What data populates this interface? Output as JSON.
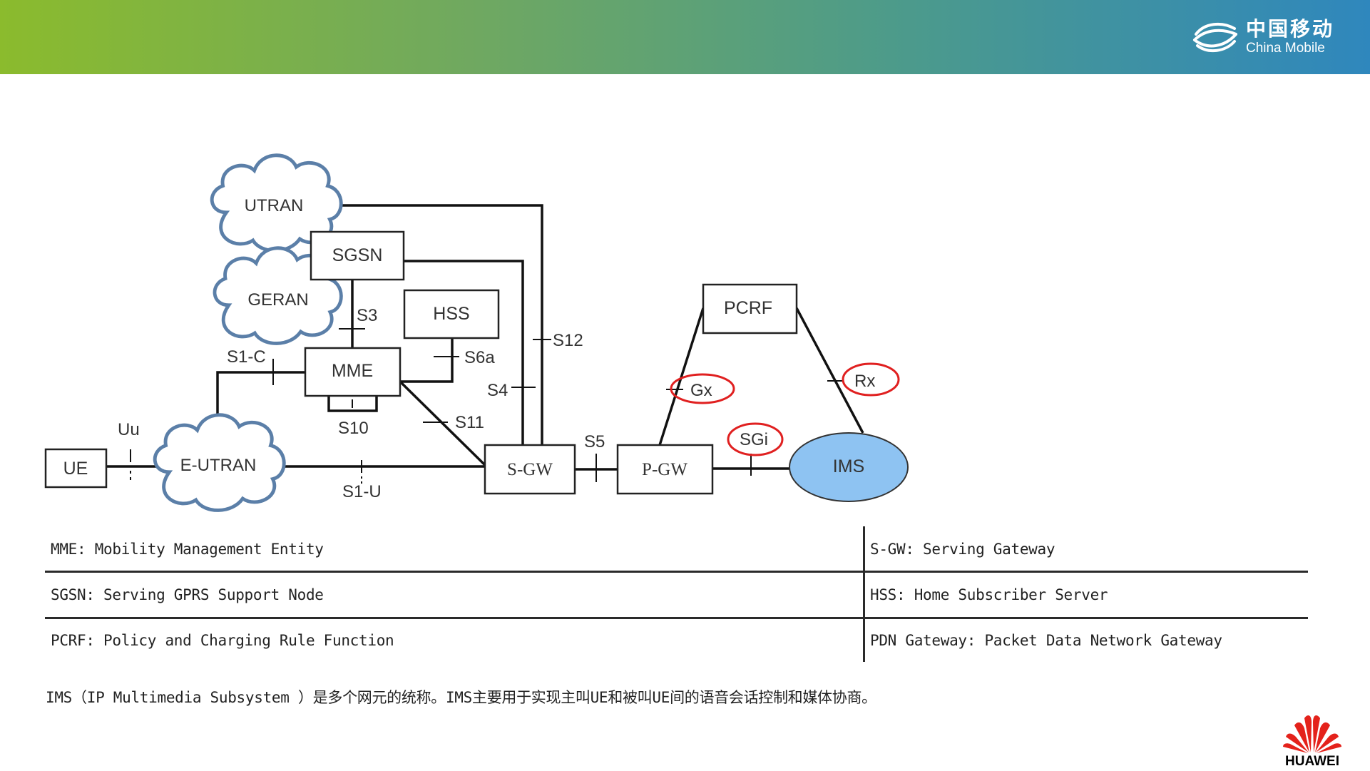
{
  "header": {
    "brand_zh": "中国移动",
    "brand_en": "China Mobile",
    "gradient": [
      "#8bbb2d",
      "#2f87bd"
    ]
  },
  "diagram": {
    "nodes": {
      "utran": "UTRAN",
      "geran": "GERAN",
      "eutran": "E-UTRAN",
      "ue": "UE",
      "sgsn": "SGSN",
      "hss": "HSS",
      "mme": "MME",
      "sgw": "S-GW",
      "pgw": "P-GW",
      "pcrf": "PCRF",
      "ims": "IMS"
    },
    "interfaces": {
      "uu": "Uu",
      "s1c": "S1-C",
      "s1u": "S1-U",
      "s3": "S3",
      "s6a": "S6a",
      "s10": "S10",
      "s11": "S11",
      "s4": "S4",
      "s12": "S12",
      "s5": "S5",
      "gx": "Gx",
      "rx": "Rx",
      "sgi": "SGi"
    },
    "highlighted_interfaces": [
      "Gx",
      "Rx",
      "SGi"
    ],
    "colors": {
      "cloud_outline": "#5b7fa8",
      "ims_fill": "#8ec3f2",
      "highlight": "#e02020",
      "line": "#111111"
    }
  },
  "glossary": {
    "rows": [
      {
        "left": "MME: Mobility Management Entity",
        "right": "S-GW: Serving Gateway"
      },
      {
        "left": "SGSN: Serving GPRS Support Node",
        "right": "HSS: Home Subscriber Server"
      },
      {
        "left": "PCRF: Policy and Charging Rule Function",
        "right": "PDN Gateway: Packet Data Network Gateway"
      }
    ]
  },
  "note": "IMS（IP Multimedia Subsystem ）是多个网元的统称。IMS主要用于实现主叫UE和被叫UE间的语音会话控制和媒体协商。",
  "footer": {
    "brand": "HUAWEI"
  }
}
